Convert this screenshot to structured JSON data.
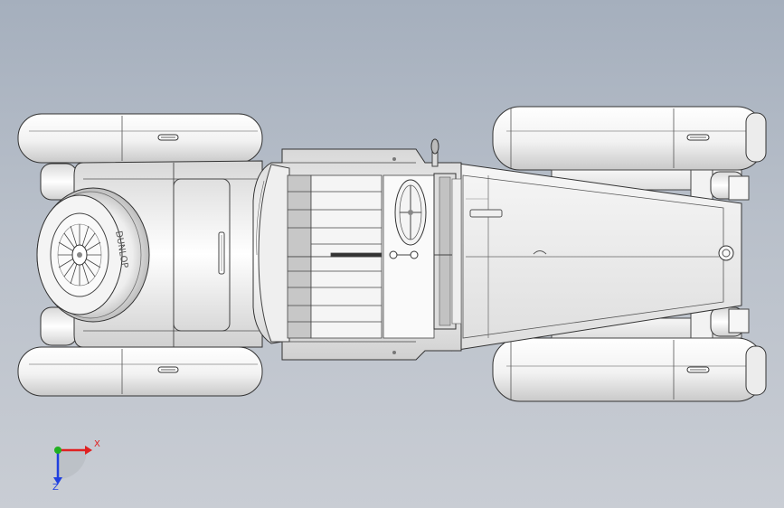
{
  "viewport": {
    "background_top": "#a5afbd",
    "background_bottom": "#c9cdd4",
    "model_name": "vintage-roadster-top-view"
  },
  "triad": {
    "x_label": "X",
    "z_label": "Z",
    "x_color": "#e02020",
    "y_color": "#20b020",
    "z_color": "#2040e0"
  },
  "tire": {
    "brand_text": "DUNLOP"
  }
}
